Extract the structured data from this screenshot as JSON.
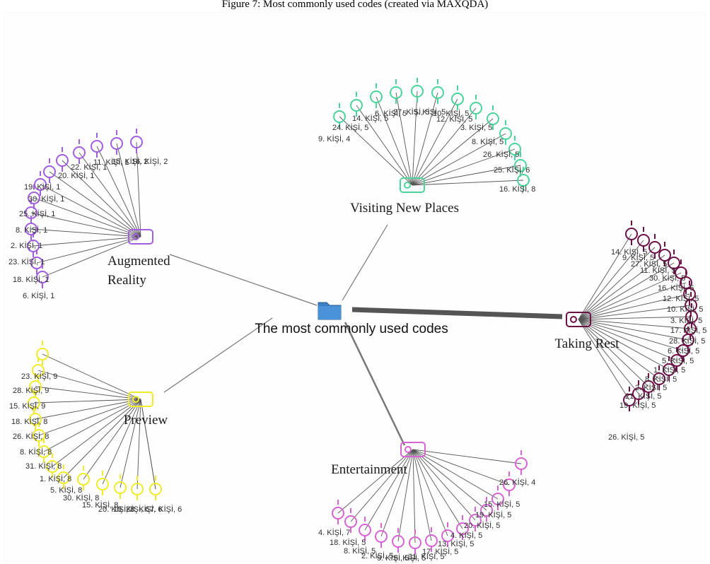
{
  "caption": "Figure 7: Most commonly used codes (created via MAXQDA)",
  "center": {
    "label": "The most commonly used codes",
    "icon": "folder-icon"
  },
  "themes": [
    {
      "id": "visiting-new-places",
      "label": "Visiting New Places",
      "color": "#4cd39b",
      "members": [
        {
          "label": "9. KİŞİ, 4"
        },
        {
          "label": "24. KİŞİ, 5"
        },
        {
          "label": "14. KİŞİ, 5"
        },
        {
          "label": "6. KİŞİ, 5"
        },
        {
          "label": "27. KİŞİ, 5"
        },
        {
          "label": "5. KİŞİ, 5"
        },
        {
          "label": "10. KİŞİ, 5"
        },
        {
          "label": "12. KİŞİ, 5"
        },
        {
          "label": "3. KİŞİ, 5"
        },
        {
          "label": "8. KİŞİ, 5"
        },
        {
          "label": "26. KİŞİ, 5"
        },
        {
          "label": "25. KİŞİ, 6"
        },
        {
          "label": "16. KİŞİ, 8"
        }
      ]
    },
    {
      "id": "augmented-reality",
      "label": "Augmented Reality",
      "label_lines": [
        "Augmented",
        "Reality"
      ],
      "color": "#a15ee0",
      "members": [
        {
          "label": "6. KİŞİ, 1"
        },
        {
          "label": "18. KİŞİ, 1"
        },
        {
          "label": "23. KİŞİ, 1"
        },
        {
          "label": "2. KİŞİ, 1"
        },
        {
          "label": "8. KİŞİ, 1"
        },
        {
          "label": "25. KİŞİ, 1"
        },
        {
          "label": "30. KİŞİ, 1"
        },
        {
          "label": "19. KİŞİ, 1"
        },
        {
          "label": "20. KİŞİ, 1"
        },
        {
          "label": "22. KİŞİ, 1"
        },
        {
          "label": "11. KİŞİ, 1"
        },
        {
          "label": "15. KİŞİ, 2"
        },
        {
          "label": "16. KİŞİ, 2"
        }
      ]
    },
    {
      "id": "taking-rest",
      "label": "Taking Rest",
      "color": "#6e1048",
      "members": [
        {
          "label": "14. KİŞİ, 5"
        },
        {
          "label": "9. KİŞİ, 5"
        },
        {
          "label": "27. KİŞİ, 5"
        },
        {
          "label": "11. KİŞİ, 5"
        },
        {
          "label": "30. KİŞİ, 5"
        },
        {
          "label": "16. KİŞİ, 5"
        },
        {
          "label": "12. KİŞİ, 5"
        },
        {
          "label": "10. KİŞİ, 5"
        },
        {
          "label": "3. KİŞİ, 5"
        },
        {
          "label": "17. KİŞİ, 5"
        },
        {
          "label": "28. KİŞİ, 5"
        },
        {
          "label": "6. KİŞİ, 5"
        },
        {
          "label": "5. KİŞİ, 5"
        },
        {
          "label": "1. KİŞİ, 5"
        },
        {
          "label": "8. KİŞİ, 5"
        },
        {
          "label": "2. KİŞİ, 5"
        },
        {
          "label": "21. KİŞİ, 5"
        },
        {
          "label": "19. KİŞİ, 5"
        },
        {
          "label": "26. KİŞİ, 5"
        }
      ]
    },
    {
      "id": "preview",
      "label": "Preview",
      "color": "#f0ec2a",
      "members": [
        {
          "label": "23. KİŞİ, 9"
        },
        {
          "label": "28. KİŞİ, 9"
        },
        {
          "label": "15. KİŞİ, 9"
        },
        {
          "label": "18. KİŞİ, 8"
        },
        {
          "label": "26. KİŞİ, 8"
        },
        {
          "label": "8. KİŞİ, 8"
        },
        {
          "label": "31. KİŞİ, 8"
        },
        {
          "label": "1. KİŞİ, 8"
        },
        {
          "label": "5. KİŞİ, 8"
        },
        {
          "label": "30. KİŞİ, 8"
        },
        {
          "label": "15. KİŞİ, 8"
        },
        {
          "label": "20. KİŞİ, 8"
        },
        {
          "label": "19. KİŞİ, 6"
        },
        {
          "label": "28. KİŞİ, 6"
        },
        {
          "label": "7. KİŞİ, 6"
        }
      ]
    },
    {
      "id": "entertainment",
      "label": "Entertainment",
      "color": "#d763d5",
      "members": [
        {
          "label": "4. KİŞİ, 7"
        },
        {
          "label": "18. KİŞİ, 5"
        },
        {
          "label": "8. KİŞİ, 5"
        },
        {
          "label": "2. KİŞİ, 5"
        },
        {
          "label": "9. KİŞİ, 5"
        },
        {
          "label": "6. KİŞİ, 5"
        },
        {
          "label": "11. KİŞİ, 5"
        },
        {
          "label": "17. KİŞİ, 5"
        },
        {
          "label": "13. KİŞİ, 5"
        },
        {
          "label": "4. KİŞİ, 5"
        },
        {
          "label": "20. KİŞİ, 5"
        },
        {
          "label": "19. KİŞİ, 5"
        },
        {
          "label": "15. KİŞİ, 5"
        },
        {
          "label": "26. KİŞİ, 4"
        }
      ]
    }
  ]
}
